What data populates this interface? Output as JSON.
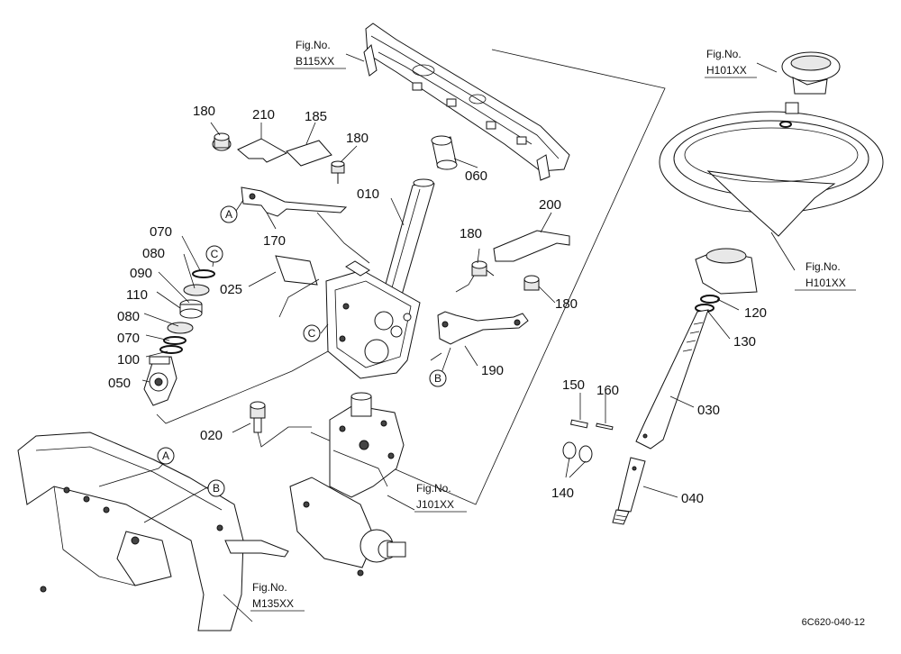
{
  "part_numbers": [
    {
      "id": "p180a",
      "text": "180"
    },
    {
      "id": "p210",
      "text": "210"
    },
    {
      "id": "p185",
      "text": "185"
    },
    {
      "id": "p180b",
      "text": "180"
    },
    {
      "id": "p010",
      "text": "010"
    },
    {
      "id": "p060",
      "text": "060"
    },
    {
      "id": "p170",
      "text": "170"
    },
    {
      "id": "p070a",
      "text": "070"
    },
    {
      "id": "p080a",
      "text": "080"
    },
    {
      "id": "p090",
      "text": "090"
    },
    {
      "id": "p025",
      "text": "025"
    },
    {
      "id": "p110",
      "text": "110"
    },
    {
      "id": "p080b",
      "text": "080"
    },
    {
      "id": "p070b",
      "text": "070"
    },
    {
      "id": "p100",
      "text": "100"
    },
    {
      "id": "p050",
      "text": "050"
    },
    {
      "id": "p020",
      "text": "020"
    },
    {
      "id": "p180c",
      "text": "180"
    },
    {
      "id": "p200",
      "text": "200"
    },
    {
      "id": "p180d",
      "text": "180"
    },
    {
      "id": "p190",
      "text": "190"
    },
    {
      "id": "p120",
      "text": "120"
    },
    {
      "id": "p130",
      "text": "130"
    },
    {
      "id": "p150",
      "text": "150"
    },
    {
      "id": "p160",
      "text": "160"
    },
    {
      "id": "p030",
      "text": "030"
    },
    {
      "id": "p140",
      "text": "140"
    },
    {
      "id": "p040",
      "text": "040"
    }
  ],
  "figure_refs": [
    {
      "id": "fig_b115",
      "line1": "Fig.No.",
      "line2": "B115XX"
    },
    {
      "id": "fig_h101_top",
      "line1": "Fig.No.",
      "line2": "H101XX"
    },
    {
      "id": "fig_h101_mid",
      "line1": "Fig.No.",
      "line2": "H101XX"
    },
    {
      "id": "fig_j101",
      "line1": "Fig.No.",
      "line2": "J101XX"
    },
    {
      "id": "fig_m135",
      "line1": "Fig.No.",
      "line2": "M135XX"
    }
  ],
  "ref_circles": [
    {
      "id": "ref_a1",
      "text": "A"
    },
    {
      "id": "ref_c1",
      "text": "C"
    },
    {
      "id": "ref_c2",
      "text": "C"
    },
    {
      "id": "ref_b1",
      "text": "B"
    },
    {
      "id": "ref_a2",
      "text": "A"
    },
    {
      "id": "ref_b2",
      "text": "B"
    }
  ],
  "drawing_code": "6C620-040-12"
}
